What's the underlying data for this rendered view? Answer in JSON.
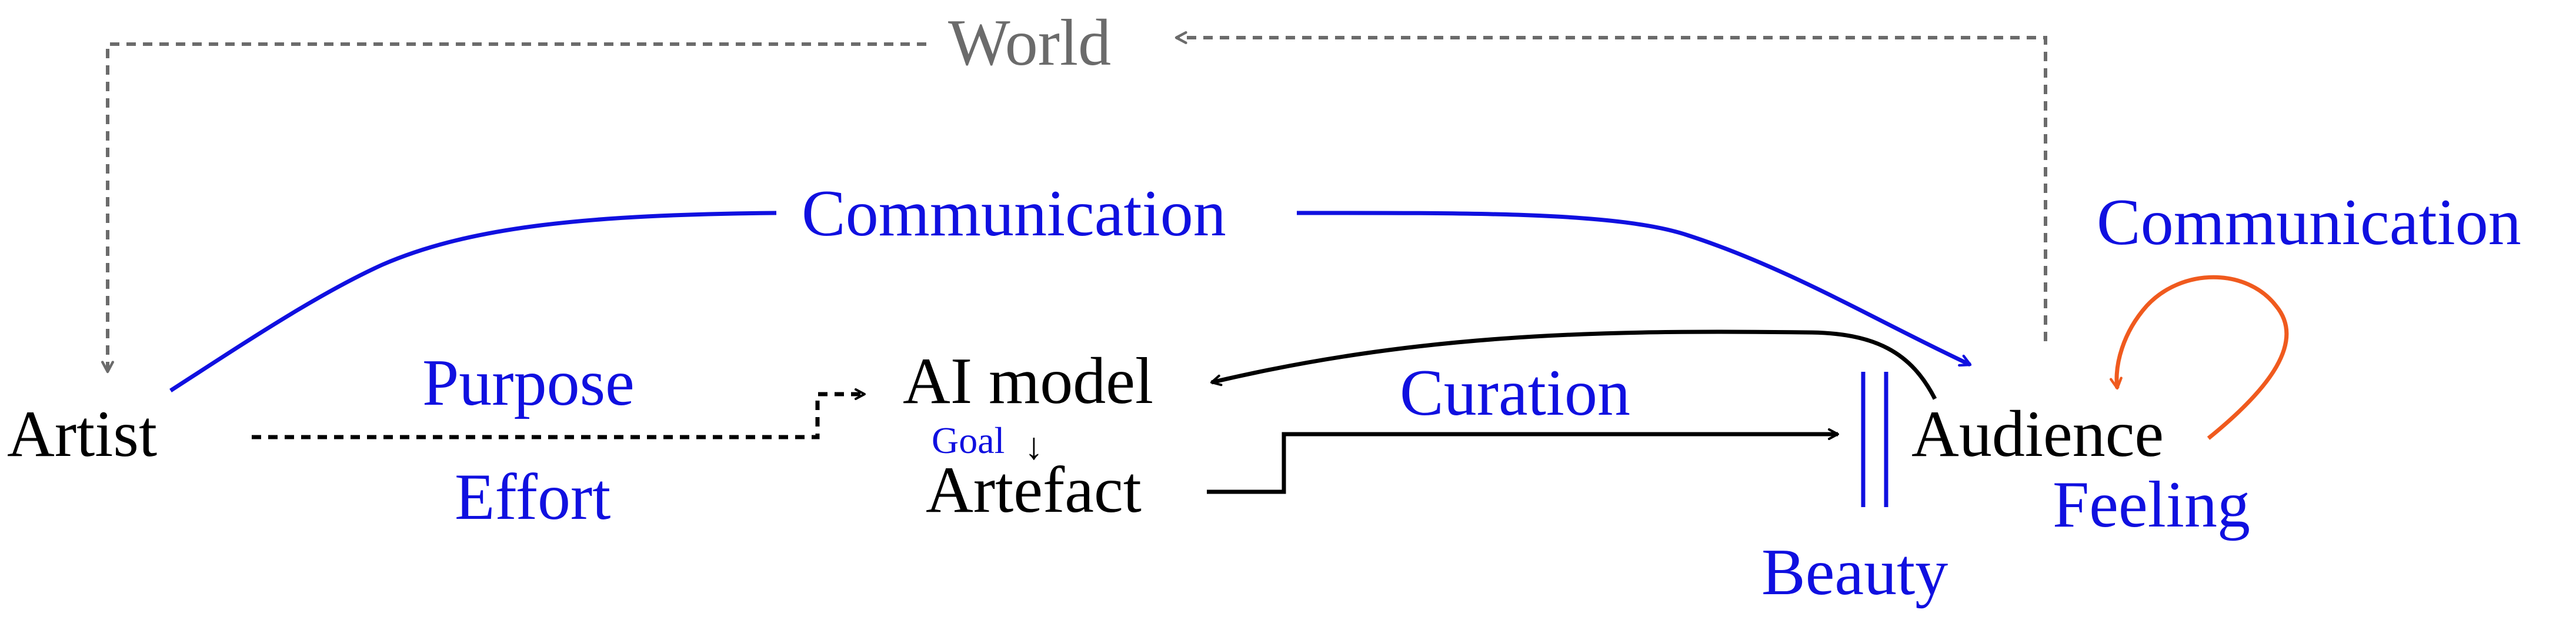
{
  "colors": {
    "ink": "#000000",
    "accent": "#1010e0",
    "world": "#6b6b6b",
    "feedback": "#f05a1e"
  },
  "nodes": {
    "world": "World",
    "artist": "Artist",
    "ai_model": "AI model",
    "artefact": "Artefact",
    "audience": "Audience"
  },
  "labels": {
    "communication_main": "Communication",
    "communication_loop": "Communication",
    "purpose": "Purpose",
    "effort": "Effort",
    "goal": "Goal",
    "curation": "Curation",
    "beauty": "Beauty",
    "feeling": "Feeling"
  },
  "glyphs": {
    "goal_arrow": "↓"
  }
}
